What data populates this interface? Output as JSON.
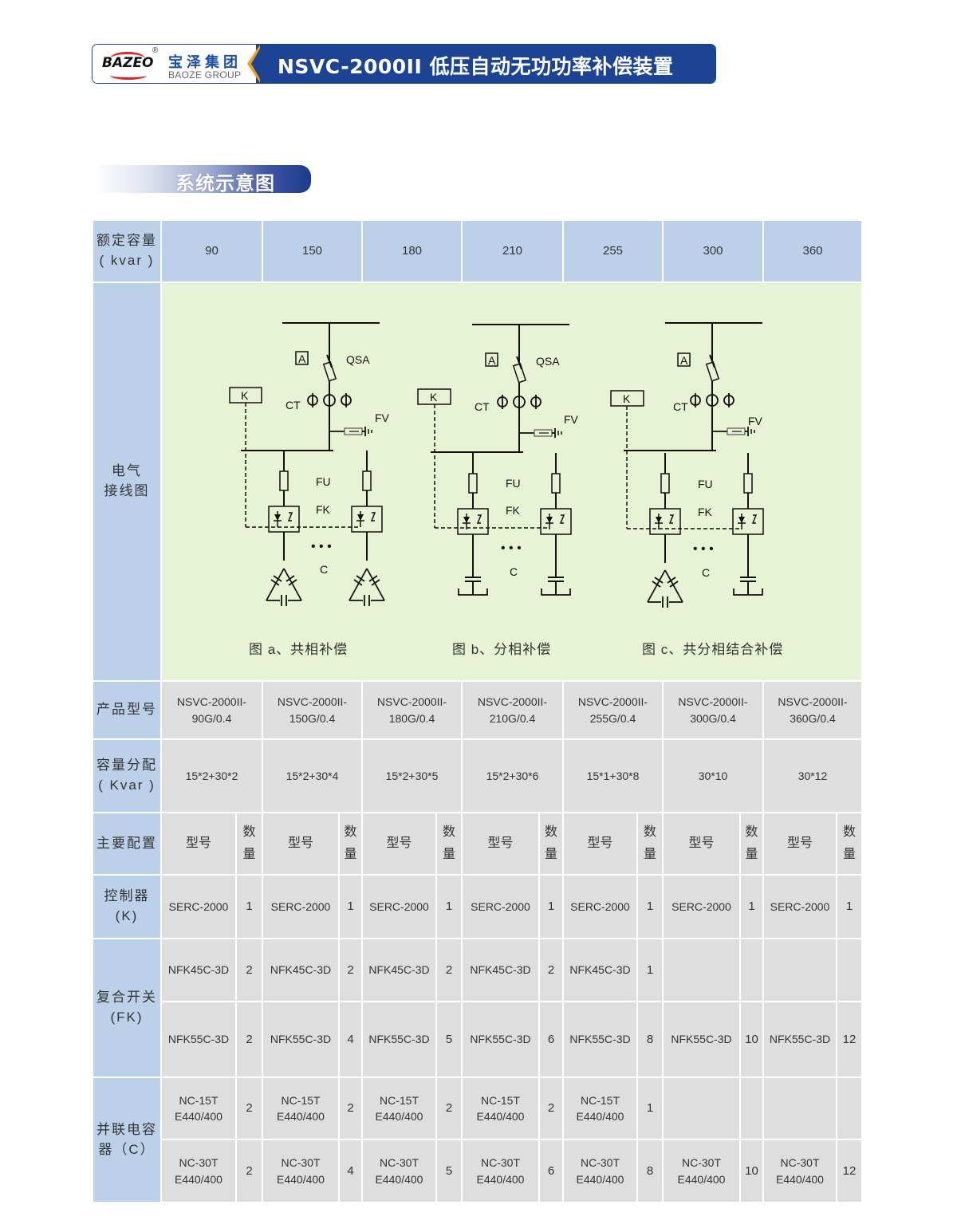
{
  "header": {
    "brand_mark": "BAZEO",
    "registered_symbol": "®",
    "brand_cn": "宝泽集团",
    "brand_en": "BAOZE GROUP",
    "product_title": "NSVC-2000II 低压自动无功功率补偿装置",
    "colors": {
      "banner_bg": "#1c4493",
      "accent": "#f29a1f",
      "logo_red": "#d9262b"
    }
  },
  "section": {
    "title": "系统示意图"
  },
  "table": {
    "colors": {
      "header_blue": "#bcd0ea",
      "cell_gray": "#dedede",
      "diagram_green": "#e8f3d6"
    },
    "rated_capacity": {
      "label_line1": "额定容量",
      "label_line2": "( kvar )",
      "values": [
        "90",
        "150",
        "180",
        "210",
        "255",
        "300",
        "360"
      ]
    },
    "wiring_diagram": {
      "label_line1": "电气",
      "label_line2": "接线图",
      "diagrams": [
        {
          "caption": "图 a、共相补偿",
          "labels": {
            "ammeter": "A",
            "switch": "QSA",
            "ct": "CT",
            "arrester": "FV",
            "fuse": "FU",
            "composite_switch": "FK",
            "capacitor": "C",
            "controller": "K",
            "ellipsis": "• • •"
          },
          "capacitor_type": "delta-delta"
        },
        {
          "caption": "图 b、分相补偿",
          "labels": {
            "ammeter": "A",
            "switch": "QSA",
            "ct": "CT",
            "arrester": "FV",
            "fuse": "FU",
            "composite_switch": "FK",
            "capacitor": "C",
            "controller": "K",
            "ellipsis": "• • •"
          },
          "capacitor_type": "single-single"
        },
        {
          "caption": "图 c、共分相结合补偿",
          "labels": {
            "ammeter": "A",
            "ct": "CT",
            "arrester": "FV",
            "fuse": "FU",
            "composite_switch": "FK",
            "capacitor": "C",
            "controller": "K",
            "ellipsis": "• • •"
          },
          "capacitor_type": "delta-single"
        }
      ]
    },
    "product_model": {
      "label": "产品型号",
      "values": [
        [
          "NSVC-2000II-",
          "90G/0.4"
        ],
        [
          "NSVC-2000II-",
          "150G/0.4"
        ],
        [
          "NSVC-2000II-",
          "180G/0.4"
        ],
        [
          "NSVC-2000II-",
          "210G/0.4"
        ],
        [
          "NSVC-2000II-",
          "255G/0.4"
        ],
        [
          "NSVC-2000II-",
          "300G/0.4"
        ],
        [
          "NSVC-2000II-",
          "360G/0.4"
        ]
      ]
    },
    "capacity_allocation": {
      "label_line1": "容量分配",
      "label_line2": "( Kvar )",
      "values": [
        "15*2+30*2",
        "15*2+30*4",
        "15*2+30*5",
        "15*2+30*6",
        "15*1+30*8",
        "30*10",
        "30*12"
      ]
    },
    "main_config": {
      "label": "主要配置",
      "model_header": "型号",
      "qty_header_line1": "数",
      "qty_header_line2": "量"
    },
    "controller": {
      "label_line1": "控制器",
      "label_line2": "(K)",
      "rows": [
        [
          {
            "model": "SERC-2000",
            "qty": "1"
          },
          {
            "model": "SERC-2000",
            "qty": "1"
          },
          {
            "model": "SERC-2000",
            "qty": "1"
          },
          {
            "model": "SERC-2000",
            "qty": "1"
          },
          {
            "model": "SERC-2000",
            "qty": "1"
          },
          {
            "model": "SERC-2000",
            "qty": "1"
          },
          {
            "model": "SERC-2000",
            "qty": "1"
          }
        ]
      ]
    },
    "composite_switch": {
      "label_line1": "复合开关",
      "label_line2": "(FK)",
      "rows": [
        [
          {
            "model": "NFK45C-3D",
            "qty": "2"
          },
          {
            "model": "NFK45C-3D",
            "qty": "2"
          },
          {
            "model": "NFK45C-3D",
            "qty": "2"
          },
          {
            "model": "NFK45C-3D",
            "qty": "2"
          },
          {
            "model": "NFK45C-3D",
            "qty": "1"
          },
          {
            "model": "",
            "qty": ""
          },
          {
            "model": "",
            "qty": ""
          }
        ],
        [
          {
            "model": "NFK55C-3D",
            "qty": "2"
          },
          {
            "model": "NFK55C-3D",
            "qty": "4"
          },
          {
            "model": "NFK55C-3D",
            "qty": "5"
          },
          {
            "model": "NFK55C-3D",
            "qty": "6"
          },
          {
            "model": "NFK55C-3D",
            "qty": "8"
          },
          {
            "model": "NFK55C-3D",
            "qty": "10"
          },
          {
            "model": "NFK55C-3D",
            "qty": "12"
          }
        ]
      ]
    },
    "shunt_capacitor": {
      "label_line1": "并联电容",
      "label_line2": "器（C）",
      "rows": [
        [
          {
            "model1": "NC-15T",
            "model2": "E440/400",
            "qty": "2"
          },
          {
            "model1": "NC-15T",
            "model2": "E440/400",
            "qty": "2"
          },
          {
            "model1": "NC-15T",
            "model2": "E440/400",
            "qty": "2"
          },
          {
            "model1": "NC-15T",
            "model2": "E440/400",
            "qty": "2"
          },
          {
            "model1": "NC-15T",
            "model2": "E440/400",
            "qty": "1"
          },
          {
            "model1": "",
            "model2": "",
            "qty": ""
          },
          {
            "model1": "",
            "model2": "",
            "qty": ""
          }
        ],
        [
          {
            "model1": "NC-30T",
            "model2": "E440/400",
            "qty": "2"
          },
          {
            "model1": "NC-30T",
            "model2": "E440/400",
            "qty": "4"
          },
          {
            "model1": "NC-30T",
            "model2": "E440/400",
            "qty": "5"
          },
          {
            "model1": "NC-30T",
            "model2": "E440/400",
            "qty": "6"
          },
          {
            "model1": "NC-30T",
            "model2": "E440/400",
            "qty": "8"
          },
          {
            "model1": "NC-30T",
            "model2": "E440/400",
            "qty": "10"
          },
          {
            "model1": "NC-30T",
            "model2": "E440/400",
            "qty": "12"
          }
        ]
      ]
    }
  }
}
